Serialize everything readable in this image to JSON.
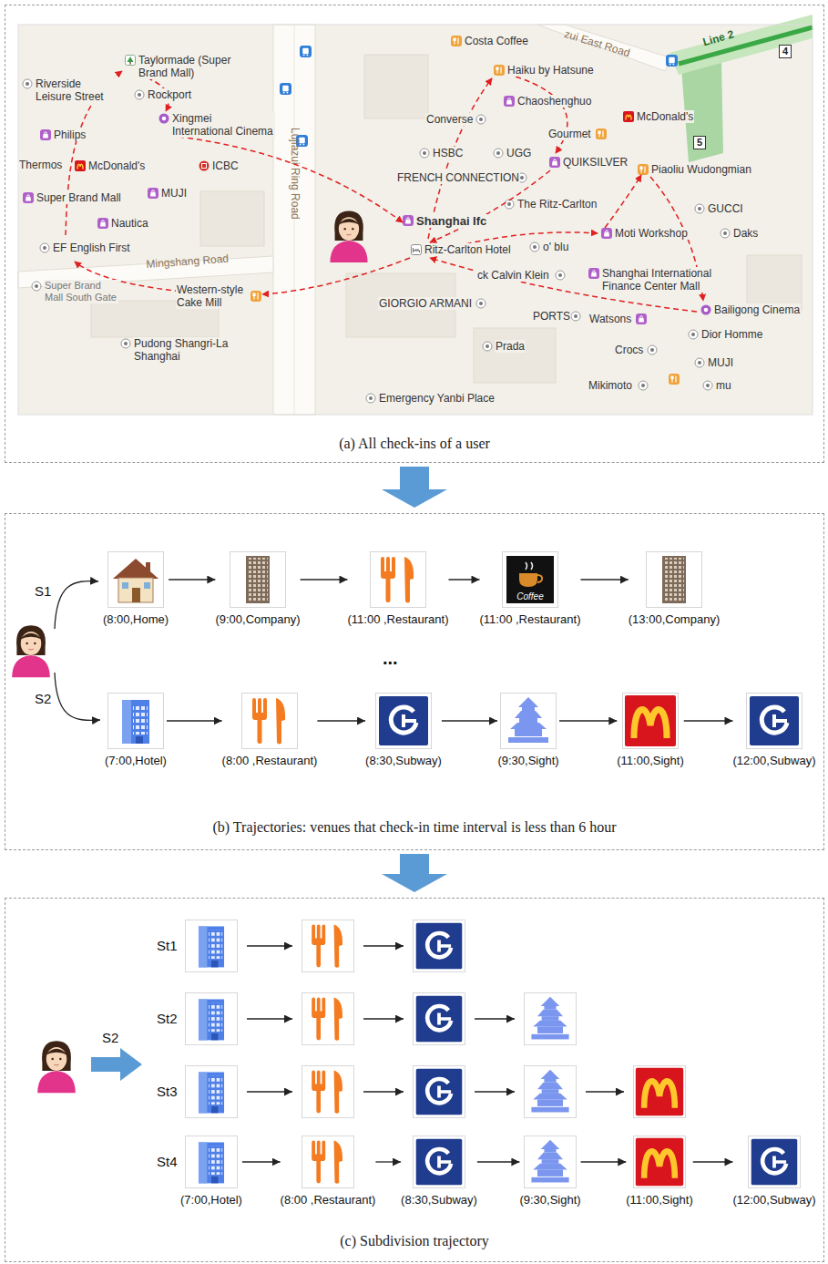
{
  "diagram": {
    "nodes": [
      {
        "text": [
          "(a) All check-ins of a user"
        ]
      },
      {
        "text": [
          "4"
        ],
        "in": 0
      },
      {
        "text": [
          "5"
        ],
        "in": 0
      },
      {
        "text": [
          "(b) Trajectories: venues that check-in time interval is less than 6 hour"
        ]
      },
      {
        "text": [
          "(8:00,Home)"
        ],
        "in": 3
      },
      {
        "text": [
          "(9:00,Company)"
        ],
        "in": 3
      },
      {
        "text": [
          "(11:00 ,Restaurant)"
        ],
        "in": 3
      },
      {
        "text": [
          "Coffee",
          "(11:00 ,Restaurant)"
        ],
        "in": 3
      },
      {
        "text": [
          "(13:00,Company)"
        ],
        "in": 3
      },
      {
        "text": [
          "(7:00,Hotel)"
        ],
        "in": 3
      },
      {
        "text": [
          "(8:00 ,Restaurant)"
        ],
        "in": 3
      },
      {
        "text": [
          "(8:30,Subway)"
        ],
        "in": 3
      },
      {
        "text": [
          "(9:30,Sight)"
        ],
        "in": 3
      },
      {
        "text": [
          "(11:00,Sight)"
        ],
        "in": 3
      },
      {
        "text": [
          "(12:00,Subway)"
        ],
        "in": 3
      },
      {
        "text": [
          "(c) Subdivision trajectory"
        ]
      },
      {
        "text": [
          "(7:00,Hotel)"
        ],
        "in": 15
      },
      {
        "text": [
          "(8:00 ,Restaurant)"
        ],
        "in": 15
      },
      {
        "text": [
          "(8:30,Subway)"
        ],
        "in": 15
      },
      {
        "text": [
          "(9:30,Sight)"
        ],
        "in": 15
      },
      {
        "text": [
          "(11:00,Sight)"
        ],
        "in": 15
      },
      {
        "text": [
          "(12:00,Subway)"
        ],
        "in": 15
      }
    ],
    "edges": [
      {
        "from": 0,
        "to": 3,
        "arrow": "to"
      },
      {
        "from": 3,
        "to": 15,
        "arrow": "to"
      },
      {
        "from": 4,
        "to": 5,
        "arrow": "to"
      },
      {
        "from": 5,
        "to": 6,
        "arrow": "to"
      },
      {
        "from": 6,
        "to": 7,
        "arrow": "to"
      },
      {
        "from": 7,
        "to": 8,
        "arrow": "to"
      },
      {
        "from": 9,
        "to": 10,
        "arrow": "to"
      },
      {
        "from": 10,
        "to": 11,
        "arrow": "to"
      },
      {
        "from": 11,
        "to": 12,
        "arrow": "to"
      },
      {
        "from": 12,
        "to": 13,
        "arrow": "to"
      },
      {
        "from": 13,
        "to": 14,
        "arrow": "to"
      },
      {
        "from": 16,
        "to": 17,
        "arrow": "to"
      },
      {
        "from": 17,
        "to": 18,
        "arrow": "to"
      },
      {
        "from": 18,
        "to": 19,
        "arrow": "to"
      },
      {
        "from": 19,
        "to": 20,
        "arrow": "to"
      },
      {
        "from": 20,
        "to": 21,
        "arrow": "to"
      }
    ],
    "labels": [
      "Costa Coffee",
      "Haiku by Hatsune",
      "Riverside Leisure Street",
      "Taylormade (Super Brand Mall)",
      "Rockport",
      "Xingmei International Cinema",
      "Philips",
      "Chaoshenghuo",
      "Converse",
      "McDonald's",
      "HSBC",
      "UGG",
      "Gourmet",
      "Thermos",
      "McDonald's",
      "ICBC",
      "MUJI",
      "Super Brand Mall",
      "QUIKSILVER",
      "Piaoliu Wudongmian",
      "FRENCH CONNECTION",
      "Shanghai Ifc",
      "The Ritz-Carlton",
      "GUCCI",
      "Nautica",
      "Ritz-Carlton Hotel",
      "o' blu",
      "Moti Workshop",
      "Daks",
      "EF English First",
      "Mingshang Road",
      "Shanghai International Finance Center Mall",
      "ck Calvin Klein",
      "Super Brand Mall South Gate",
      "Western-style Cake Mill",
      "Bailigong Cinema",
      "GIORGIO ARMANI",
      "PORTS",
      "Watsons",
      "Dior Homme",
      "Pudong Shangri-La Shanghai",
      "Prada",
      "Crocs",
      "MUJI",
      "Mikimoto",
      "mu",
      "Emergency Yanbi Place",
      "Lujiazui Ring Road",
      "zui East Road",
      "Line 2",
      "S1",
      "S2",
      "...",
      "S2",
      "St1",
      "St2",
      "St3",
      "St4"
    ]
  }
}
